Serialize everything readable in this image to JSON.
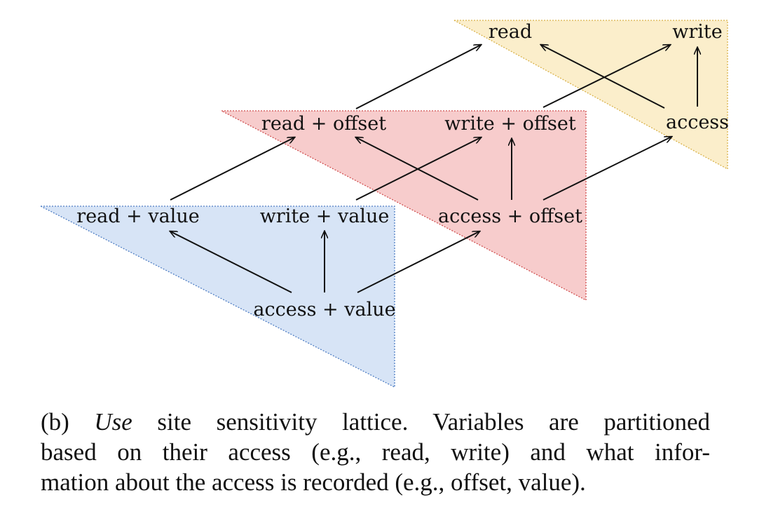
{
  "colors": {
    "yellow_region_fill": "#fbeecb",
    "yellow_region_border": "#d9b24a",
    "red_region_fill": "#f7cccc",
    "red_region_border": "#d05050",
    "blue_region_fill": "#d7e4f6",
    "blue_region_border": "#4f7ec4",
    "arrow": "#111111",
    "text": "#111111"
  },
  "nodes": {
    "read": "read",
    "write": "write",
    "access": "access",
    "read_offset": "read + offset",
    "write_offset": "write + offset",
    "access_offset": "access + offset",
    "read_value": "read + value",
    "write_value": "write + value",
    "access_value": "access + value"
  },
  "edges": [
    {
      "from": "access",
      "to": "read"
    },
    {
      "from": "access",
      "to": "write"
    },
    {
      "from": "read_offset",
      "to": "read"
    },
    {
      "from": "write_offset",
      "to": "write"
    },
    {
      "from": "access_offset",
      "to": "access"
    },
    {
      "from": "access_offset",
      "to": "read_offset"
    },
    {
      "from": "access_offset",
      "to": "write_offset"
    },
    {
      "from": "read_value",
      "to": "read_offset"
    },
    {
      "from": "write_value",
      "to": "write_offset"
    },
    {
      "from": "access_value",
      "to": "access_offset"
    },
    {
      "from": "access_value",
      "to": "read_value"
    },
    {
      "from": "access_value",
      "to": "write_value"
    }
  ],
  "caption": {
    "label": "(b)",
    "emphasis": "Use",
    "line1_rest": "site sensitivity lattice. Variables are partitioned",
    "line2": "based on their access (e.g., read, write) and what infor-",
    "line3": "mation about the access is recorded (e.g., offset, value)."
  }
}
